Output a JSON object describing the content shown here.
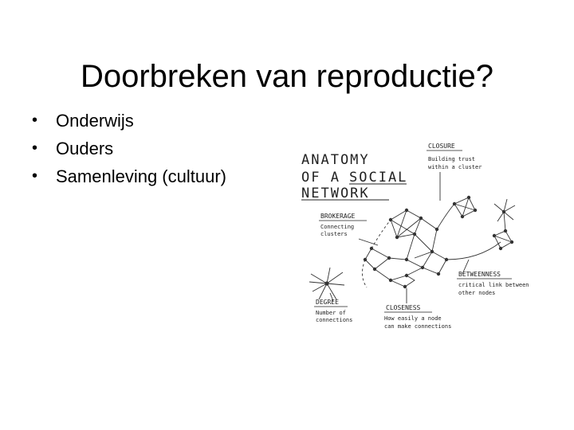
{
  "slide": {
    "title": "Doorbreken van reproductie?",
    "bullets": [
      {
        "marker": "•",
        "text": "Onderwijs"
      },
      {
        "marker": "•",
        "text": "Ouders"
      },
      {
        "marker": "•",
        "text": "Samenleving (cultuur)"
      }
    ]
  },
  "figure": {
    "heading_line1": "ANATOMY",
    "heading_line2_a": "OF A",
    "heading_line2_b": "SOCIAL",
    "heading_line3": "NETWORK",
    "closure_title": "CLOSURE",
    "closure_desc1": "Building trust",
    "closure_desc2": "within a cluster",
    "brokerage_title": "BROKERAGE",
    "brokerage_desc1": "Connecting",
    "brokerage_desc2": "clusters",
    "betweenness_title": "BETWEENNESS",
    "betweenness_desc1": "critical link between",
    "betweenness_desc2": "other nodes",
    "degree_title": "DEGREE",
    "degree_desc1": "Number of",
    "degree_desc2": "connections",
    "closeness_title": "CLOSENESS",
    "closeness_desc1": "How easily a node",
    "closeness_desc2": "can make connections",
    "ink_color": "#222222"
  }
}
